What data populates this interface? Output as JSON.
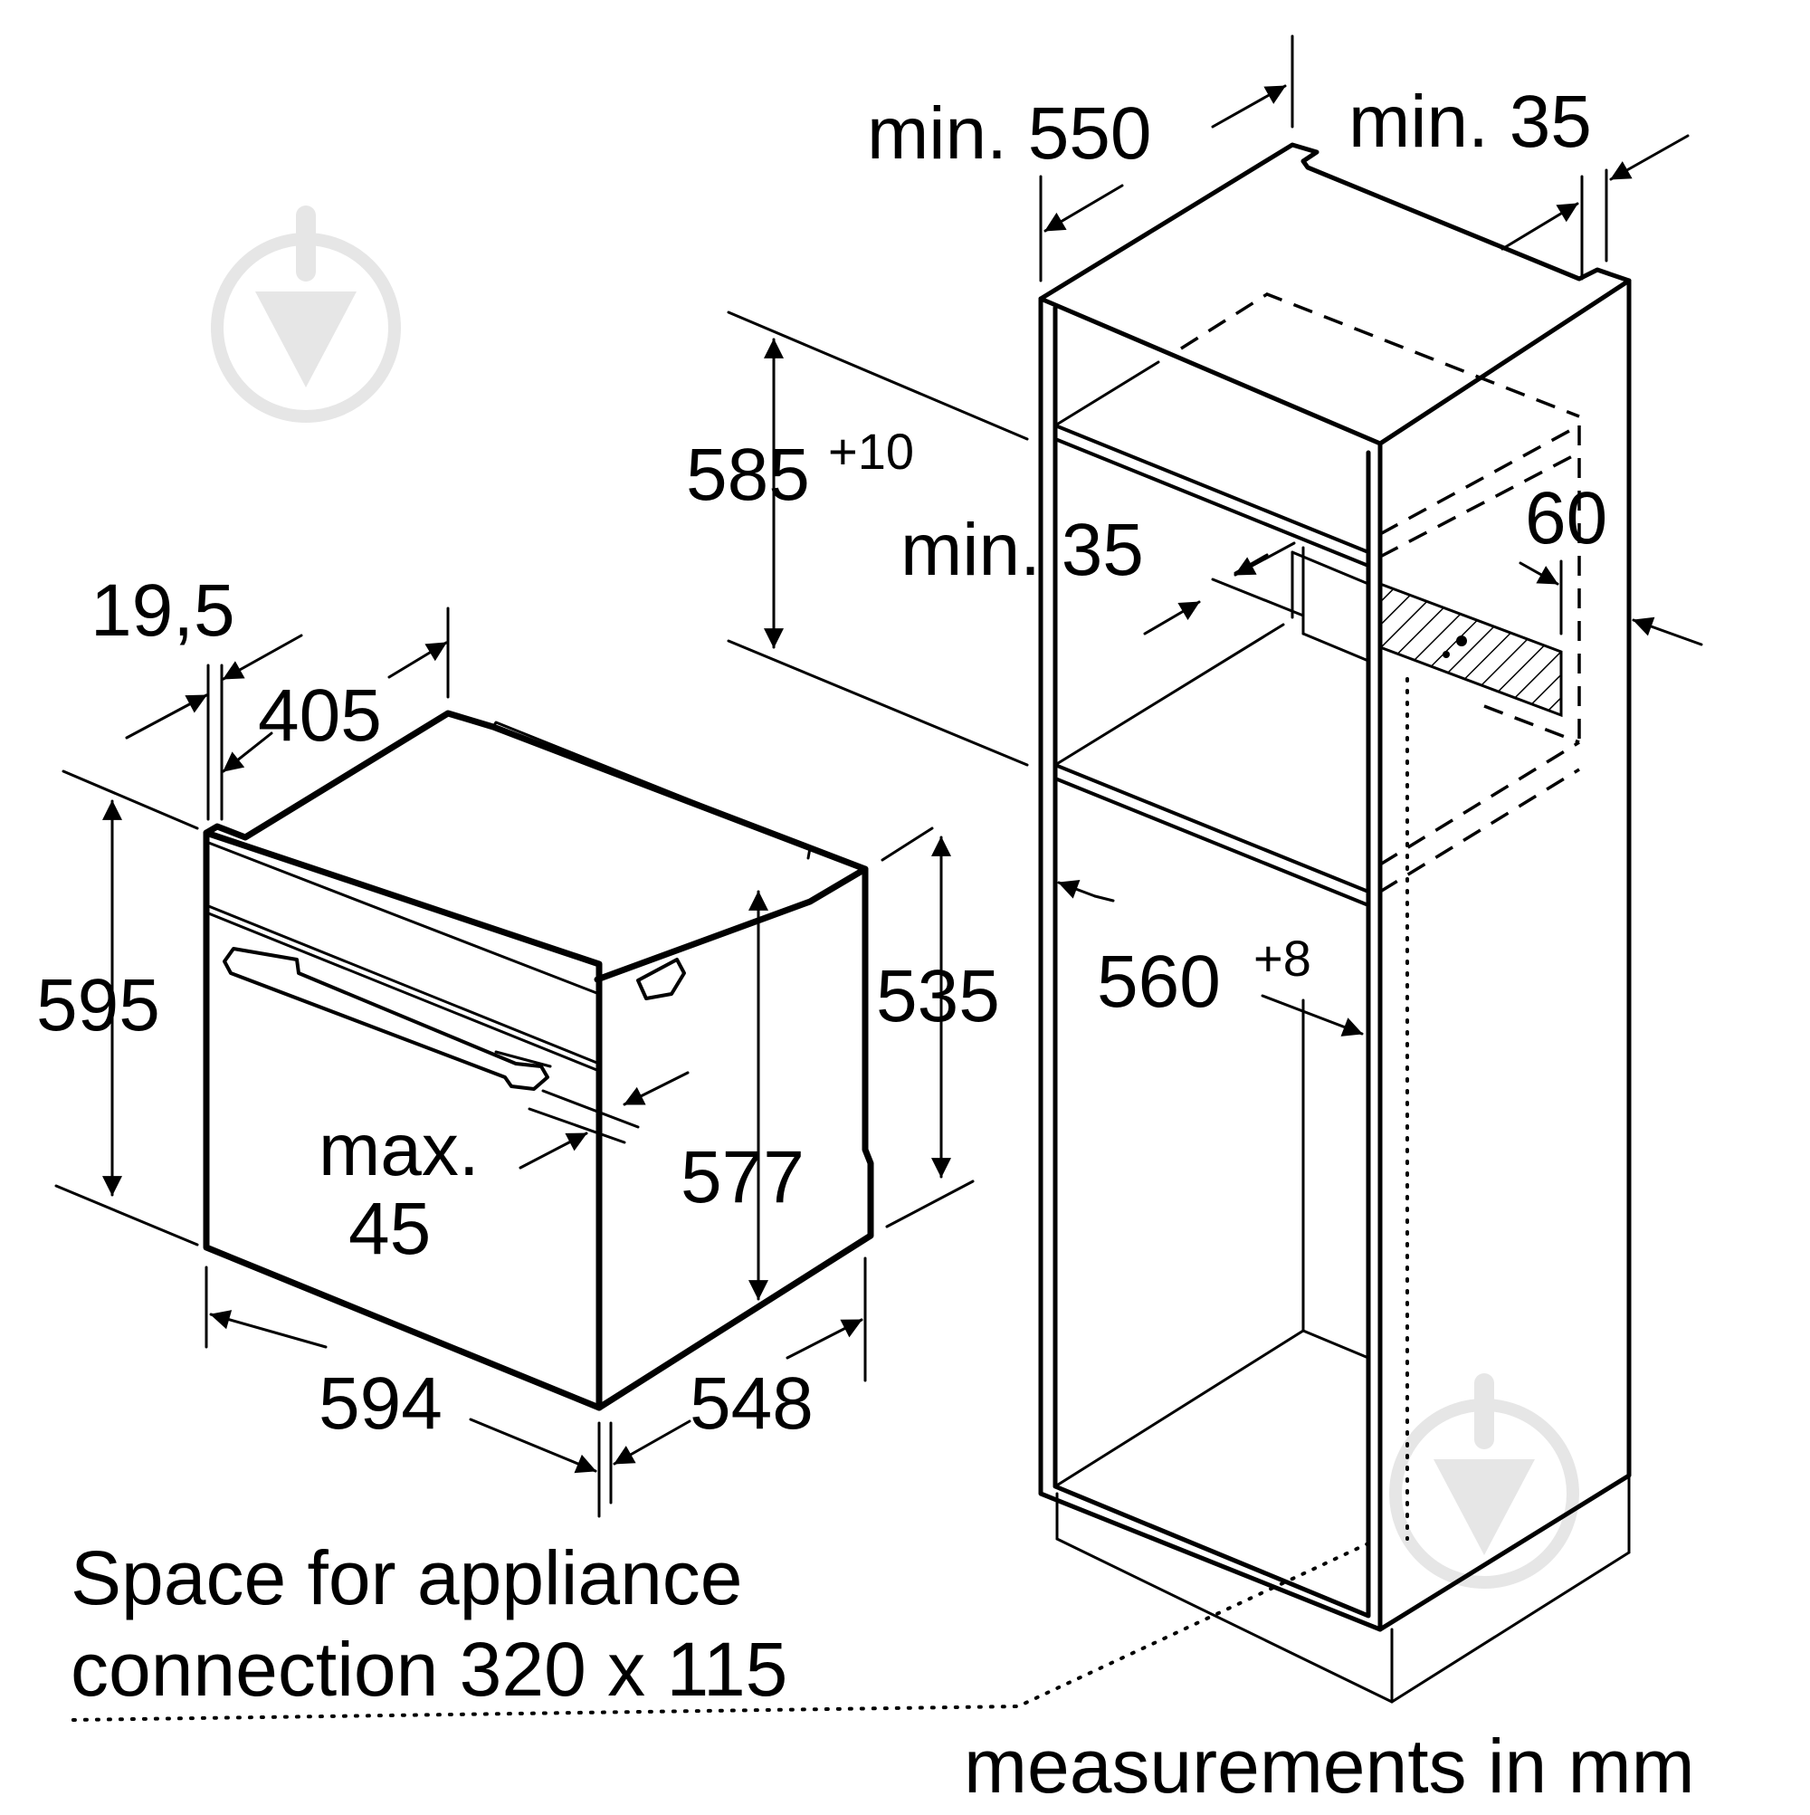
{
  "diagram": {
    "units_note": "measurements in mm",
    "note": {
      "line1": "Space for appliance",
      "line2": "connection 320 x 115"
    },
    "appliance": {
      "width": "594",
      "height": "595",
      "depth": "548",
      "body_height": "535",
      "door_depth": "19,5",
      "top_depth": "405",
      "inner_height": "577",
      "handle_max": "max.",
      "handle_max_value": "45"
    },
    "cabinet": {
      "min_depth": "min. 550",
      "top_gap": "min. 35",
      "niche_height": "585",
      "niche_height_tol": "+10",
      "shelf_gap": "min. 35",
      "rear_gap": "60",
      "niche_width": "560",
      "niche_width_tol": "+8"
    },
    "watermark": {
      "icon": "watermark-logo-icon",
      "color": "#e6e6e6"
    }
  }
}
